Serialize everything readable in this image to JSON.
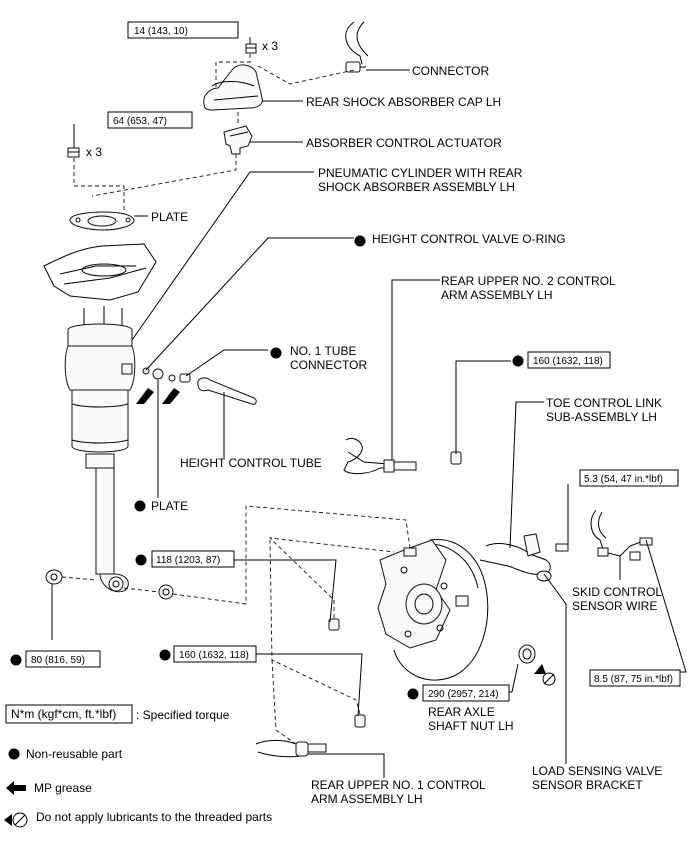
{
  "callouts": {
    "connector": "CONNECTOR",
    "cap": "REAR SHOCK ABSORBER CAP LH",
    "actuator": "ABSORBER CONTROL ACTUATOR",
    "pneumatic_1": "PNEUMATIC CYLINDER WITH REAR",
    "pneumatic_2": "SHOCK ABSORBER ASSEMBLY LH",
    "plate_top": "PLATE",
    "oring": "HEIGHT CONTROL VALVE O-RING",
    "upper2_1": "REAR UPPER NO. 2 CONTROL",
    "upper2_2": "ARM ASSEMBLY LH",
    "tube_conn_1": "NO. 1 TUBE",
    "tube_conn_2": "CONNECTOR",
    "toe_1": "TOE CONTROL LINK",
    "toe_2": "SUB-ASSEMBLY LH",
    "height_tube": "HEIGHT CONTROL TUBE",
    "plate_low": "PLATE",
    "skid_1": "SKID CONTROL",
    "skid_2": "SENSOR WIRE",
    "axle_nut_1": "REAR AXLE",
    "axle_nut_2": "SHAFT NUT LH",
    "upper1_1": "REAR UPPER NO. 1 CONTROL",
    "upper1_2": "ARM ASSEMBLY LH",
    "bracket_1": "LOAD SENSING VALVE",
    "bracket_2": "SENSOR BRACKET"
  },
  "torques": {
    "t_cap": "14 (143, 10)",
    "t_mount": "64 (653, 47)",
    "t_upper2": "160 (1632, 118)",
    "t_sensor": "5.3 (54, 47 in.*lbf)",
    "t_toe": "118 (1203, 87)",
    "t_lower_mount": "80 (816, 59)",
    "t_upper1": "160 (1632, 118)",
    "t_axle_nut": "290 (2957, 214)",
    "t_bracket": "8.5 (87, 75 in.*lbf)"
  },
  "quantities": {
    "q_cap": "x 3",
    "q_mount": "x 3"
  },
  "legend": {
    "torque_unit": "N*m (kgf*cm, ft.*lbf)",
    "torque_label": ": Specified torque",
    "nonreusable": "Non-reusable part",
    "mp_grease": "MP grease",
    "no_lube": "Do not apply lubricants to the threaded parts"
  },
  "icons": {
    "nonreusable": "filled-circle-icon",
    "grease": "arrow-left-icon",
    "no_lube": "no-lubricant-icon"
  },
  "colors": {
    "ink": "#000000",
    "background": "#ffffff"
  }
}
